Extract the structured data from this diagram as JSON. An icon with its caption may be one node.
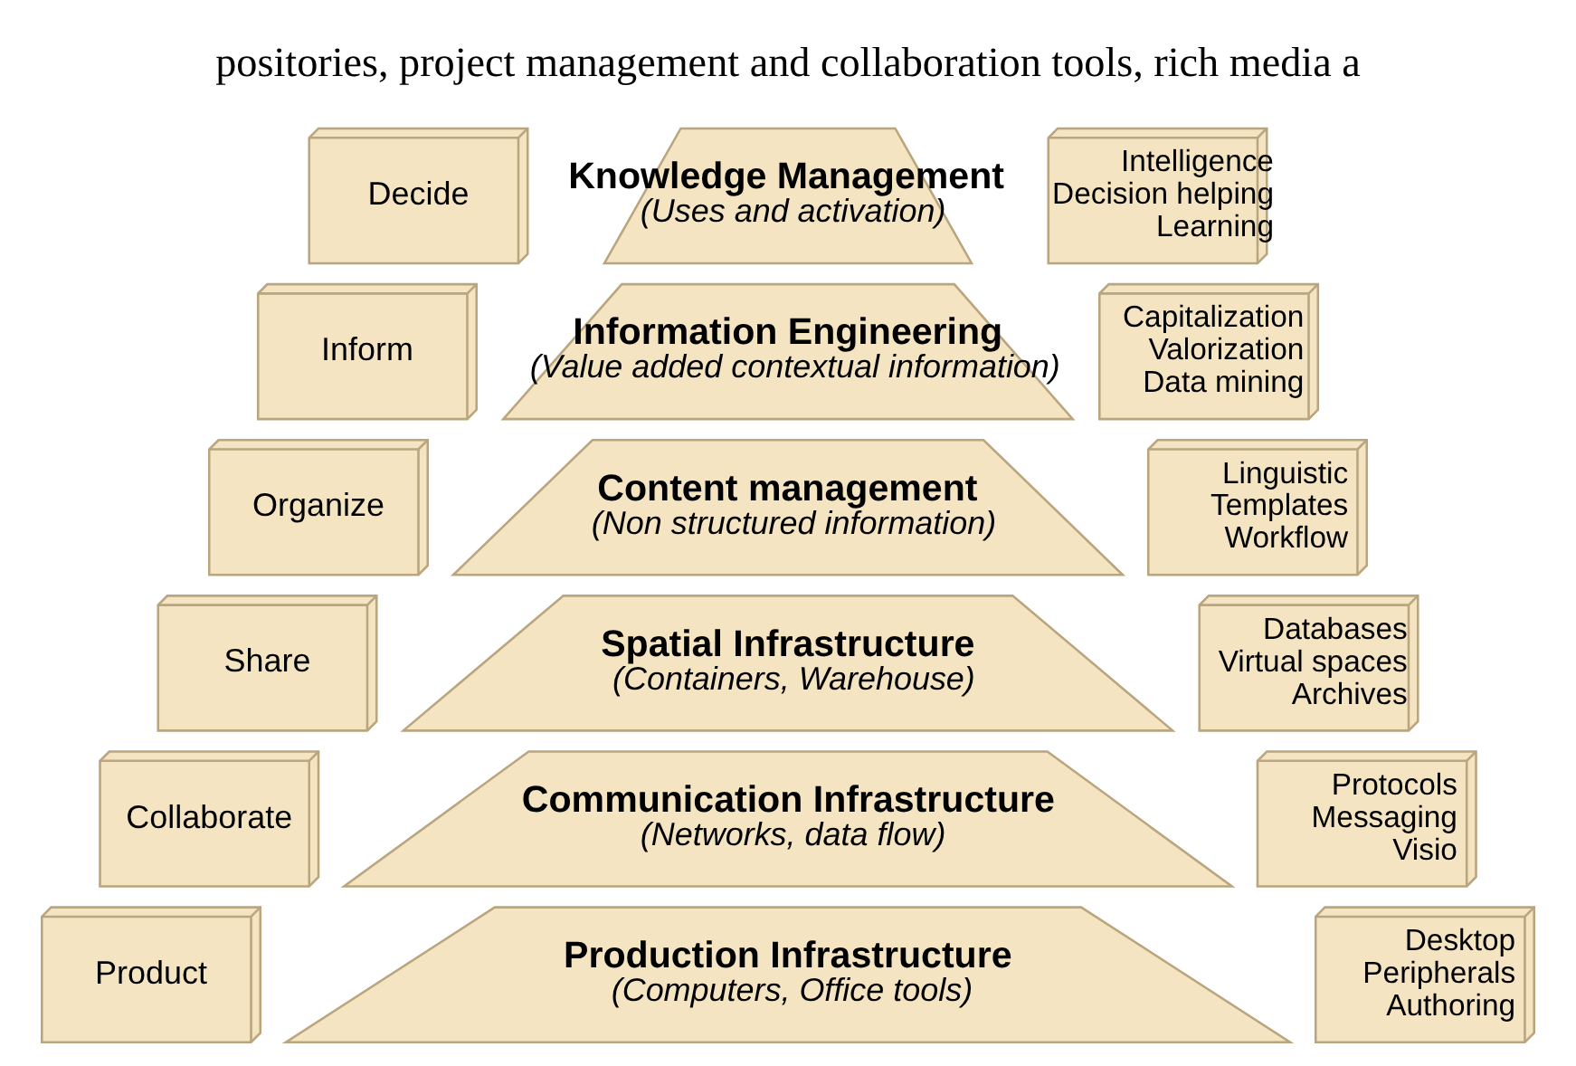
{
  "diagram": {
    "nodes": [
      {
        "text": [
          "Decide"
        ]
      },
      {
        "text": [
          "Knowledge Management",
          "(Uses and activation)"
        ]
      },
      {
        "text": [
          "Intelligence",
          "Decision helping",
          "Learning"
        ]
      },
      {
        "text": [
          "Inform"
        ]
      },
      {
        "text": [
          "Information Engineering",
          "(Value added contextual information)"
        ]
      },
      {
        "text": [
          "Capitalization",
          "Valorization",
          "Data mining"
        ]
      },
      {
        "text": [
          "Organize"
        ]
      },
      {
        "text": [
          "Content management",
          "(Non structured information)"
        ]
      },
      {
        "text": [
          "Linguistic",
          "Templates",
          "Workflow"
        ]
      },
      {
        "text": [
          "Share"
        ]
      },
      {
        "text": [
          "Spatial Infrastructure",
          "(Containers, Warehouse)"
        ]
      },
      {
        "text": [
          "Databases",
          "Virtual spaces",
          "Archives"
        ]
      },
      {
        "text": [
          "Collaborate"
        ]
      },
      {
        "text": [
          "Communication Infrastructure",
          "(Networks, data flow)"
        ]
      },
      {
        "text": [
          "Protocols",
          "Messaging",
          "Visio"
        ]
      },
      {
        "text": [
          "Product"
        ]
      },
      {
        "text": [
          "Production Infrastructure",
          "(Computers, Office tools)"
        ]
      },
      {
        "text": [
          "Desktop",
          "Peripherals",
          "Authoring"
        ]
      }
    ],
    "edges": [],
    "labels": [
      "positories, project management and collaboration tools, rich media a"
    ]
  }
}
